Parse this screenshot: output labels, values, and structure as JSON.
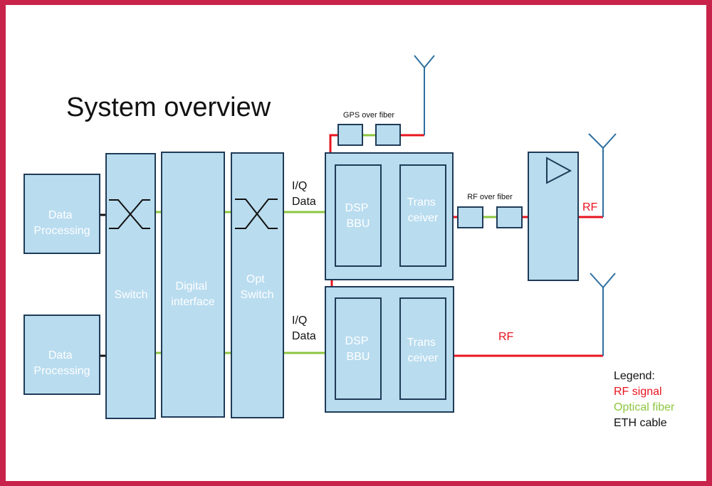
{
  "title": "System overview",
  "labels": {
    "data_processing_1": [
      "Data",
      "Processing"
    ],
    "data_processing_2": [
      "Data",
      "Processing"
    ],
    "switch": "Switch",
    "digital_interface": [
      "Digital",
      "interface"
    ],
    "opt_switch": [
      "Opt",
      "Switch"
    ],
    "iq_data_1": [
      "I/Q",
      "Data"
    ],
    "iq_data_2": [
      "I/Q",
      "Data"
    ],
    "dsp_bbu_1": [
      "DSP",
      "BBU"
    ],
    "dsp_bbu_2": [
      "DSP",
      "BBU"
    ],
    "transceiver_1": [
      "Trans",
      "ceiver"
    ],
    "transceiver_2": [
      "Trans",
      "ceiver"
    ],
    "gps_over_fiber": "GPS over fiber",
    "rf_over_fiber": "RF over fiber",
    "rf_1": "RF",
    "rf_2": "RF"
  },
  "legend": {
    "title": "Legend:",
    "items": [
      {
        "label": "RF signal",
        "color": "#e8141e"
      },
      {
        "label": "Optical fiber",
        "color": "#8cc63f"
      },
      {
        "label": "ETH cable",
        "color": "#111111"
      }
    ]
  },
  "colors": {
    "box_fill": "#b9dcef",
    "box_stroke": "#1f3b57",
    "border": "#c8234a",
    "rf": "#e8141e",
    "optical": "#8cc63f",
    "eth": "#111111",
    "antenna": "#2e6fa0"
  }
}
